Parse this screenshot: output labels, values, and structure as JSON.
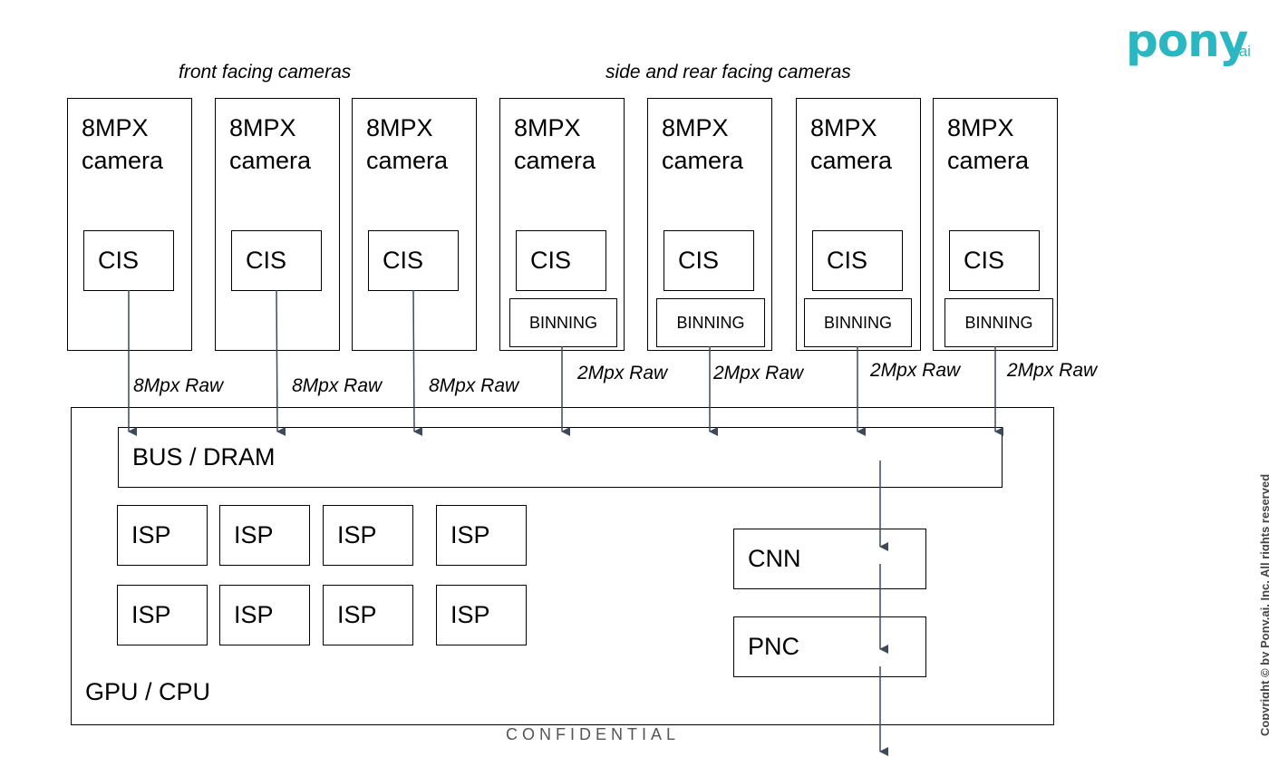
{
  "logo": {
    "text": "pony",
    "suffix": ".ai",
    "color": "#2bb7c1"
  },
  "captions": {
    "front": "front facing cameras",
    "side": "side and rear facing cameras"
  },
  "cameras": [
    {
      "label": "8MPX\ncamera",
      "sensor": "CIS",
      "binning": "",
      "output": "8Mpx Raw"
    },
    {
      "label": "8MPX\ncamera",
      "sensor": "CIS",
      "binning": "",
      "output": "8Mpx Raw"
    },
    {
      "label": "8MPX\ncamera",
      "sensor": "CIS",
      "binning": "",
      "output": "8Mpx Raw"
    },
    {
      "label": "8MPX\ncamera",
      "sensor": "CIS",
      "binning": "BINNING",
      "output": "2Mpx Raw"
    },
    {
      "label": "8MPX\ncamera",
      "sensor": "CIS",
      "binning": "BINNING",
      "output": "2Mpx Raw"
    },
    {
      "label": "8MPX\ncamera",
      "sensor": "CIS",
      "binning": "BINNING",
      "output": "2Mpx Raw"
    },
    {
      "label": "8MPX\ncamera",
      "sensor": "CIS",
      "binning": "BINNING",
      "output": "2Mpx Raw"
    }
  ],
  "processor": {
    "label": "GPU / CPU",
    "bus": "BUS / DRAM",
    "isps": [
      "ISP",
      "ISP",
      "ISP",
      "ISP",
      "ISP",
      "ISP",
      "ISP",
      "ISP"
    ],
    "cnn": "CNN",
    "pnc": "PNC"
  },
  "footer": {
    "confidential": "CONFIDENTIAL",
    "copyright": "Copyright © by Pony.ai, Inc. All rights reserved"
  }
}
